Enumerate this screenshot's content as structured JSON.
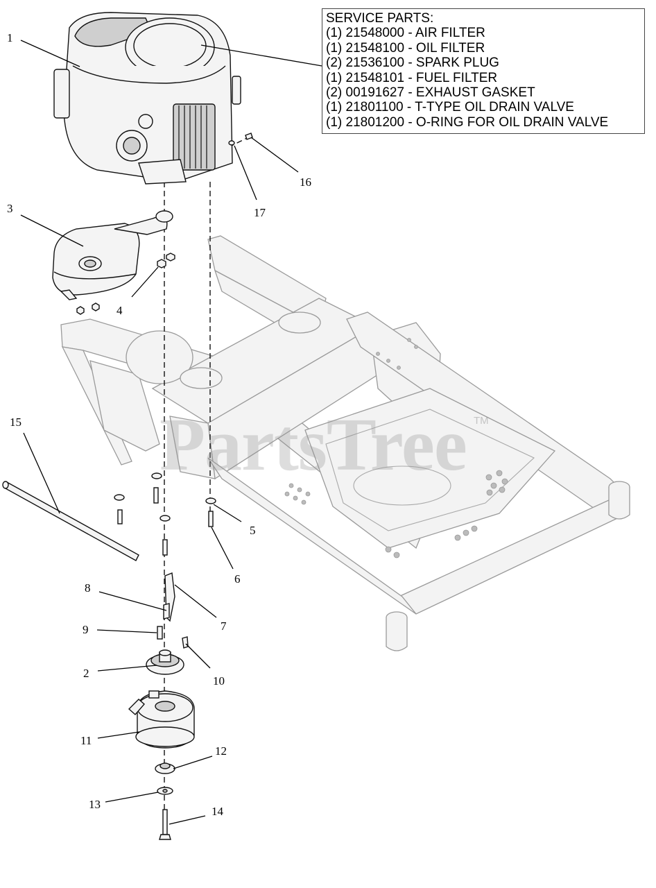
{
  "service_parts": {
    "heading": "SERVICE PARTS:",
    "lines": [
      "(1) 21548000 - AIR FILTER",
      "(1) 21548100 - OIL FILTER",
      "(2) 21536100 - SPARK PLUG",
      "(1) 21548101 - FUEL FILTER",
      "(2) 00191627 - EXHAUST GASKET",
      "(1) 21801100 - T-TYPE OIL DRAIN VALVE",
      "(1) 21801200 - O-RING FOR OIL DRAIN VALVE"
    ]
  },
  "callouts": {
    "c1": "1",
    "c2": "2",
    "c3": "3",
    "c4": "4",
    "c5": "5",
    "c6": "6",
    "c7": "7",
    "c8": "8",
    "c9": "9",
    "c10": "10",
    "c11": "11",
    "c12": "12",
    "c13": "13",
    "c14": "14",
    "c15": "15",
    "c16": "16",
    "c17": "17"
  },
  "watermark": {
    "text": "PartsTree",
    "tm": "TM"
  }
}
